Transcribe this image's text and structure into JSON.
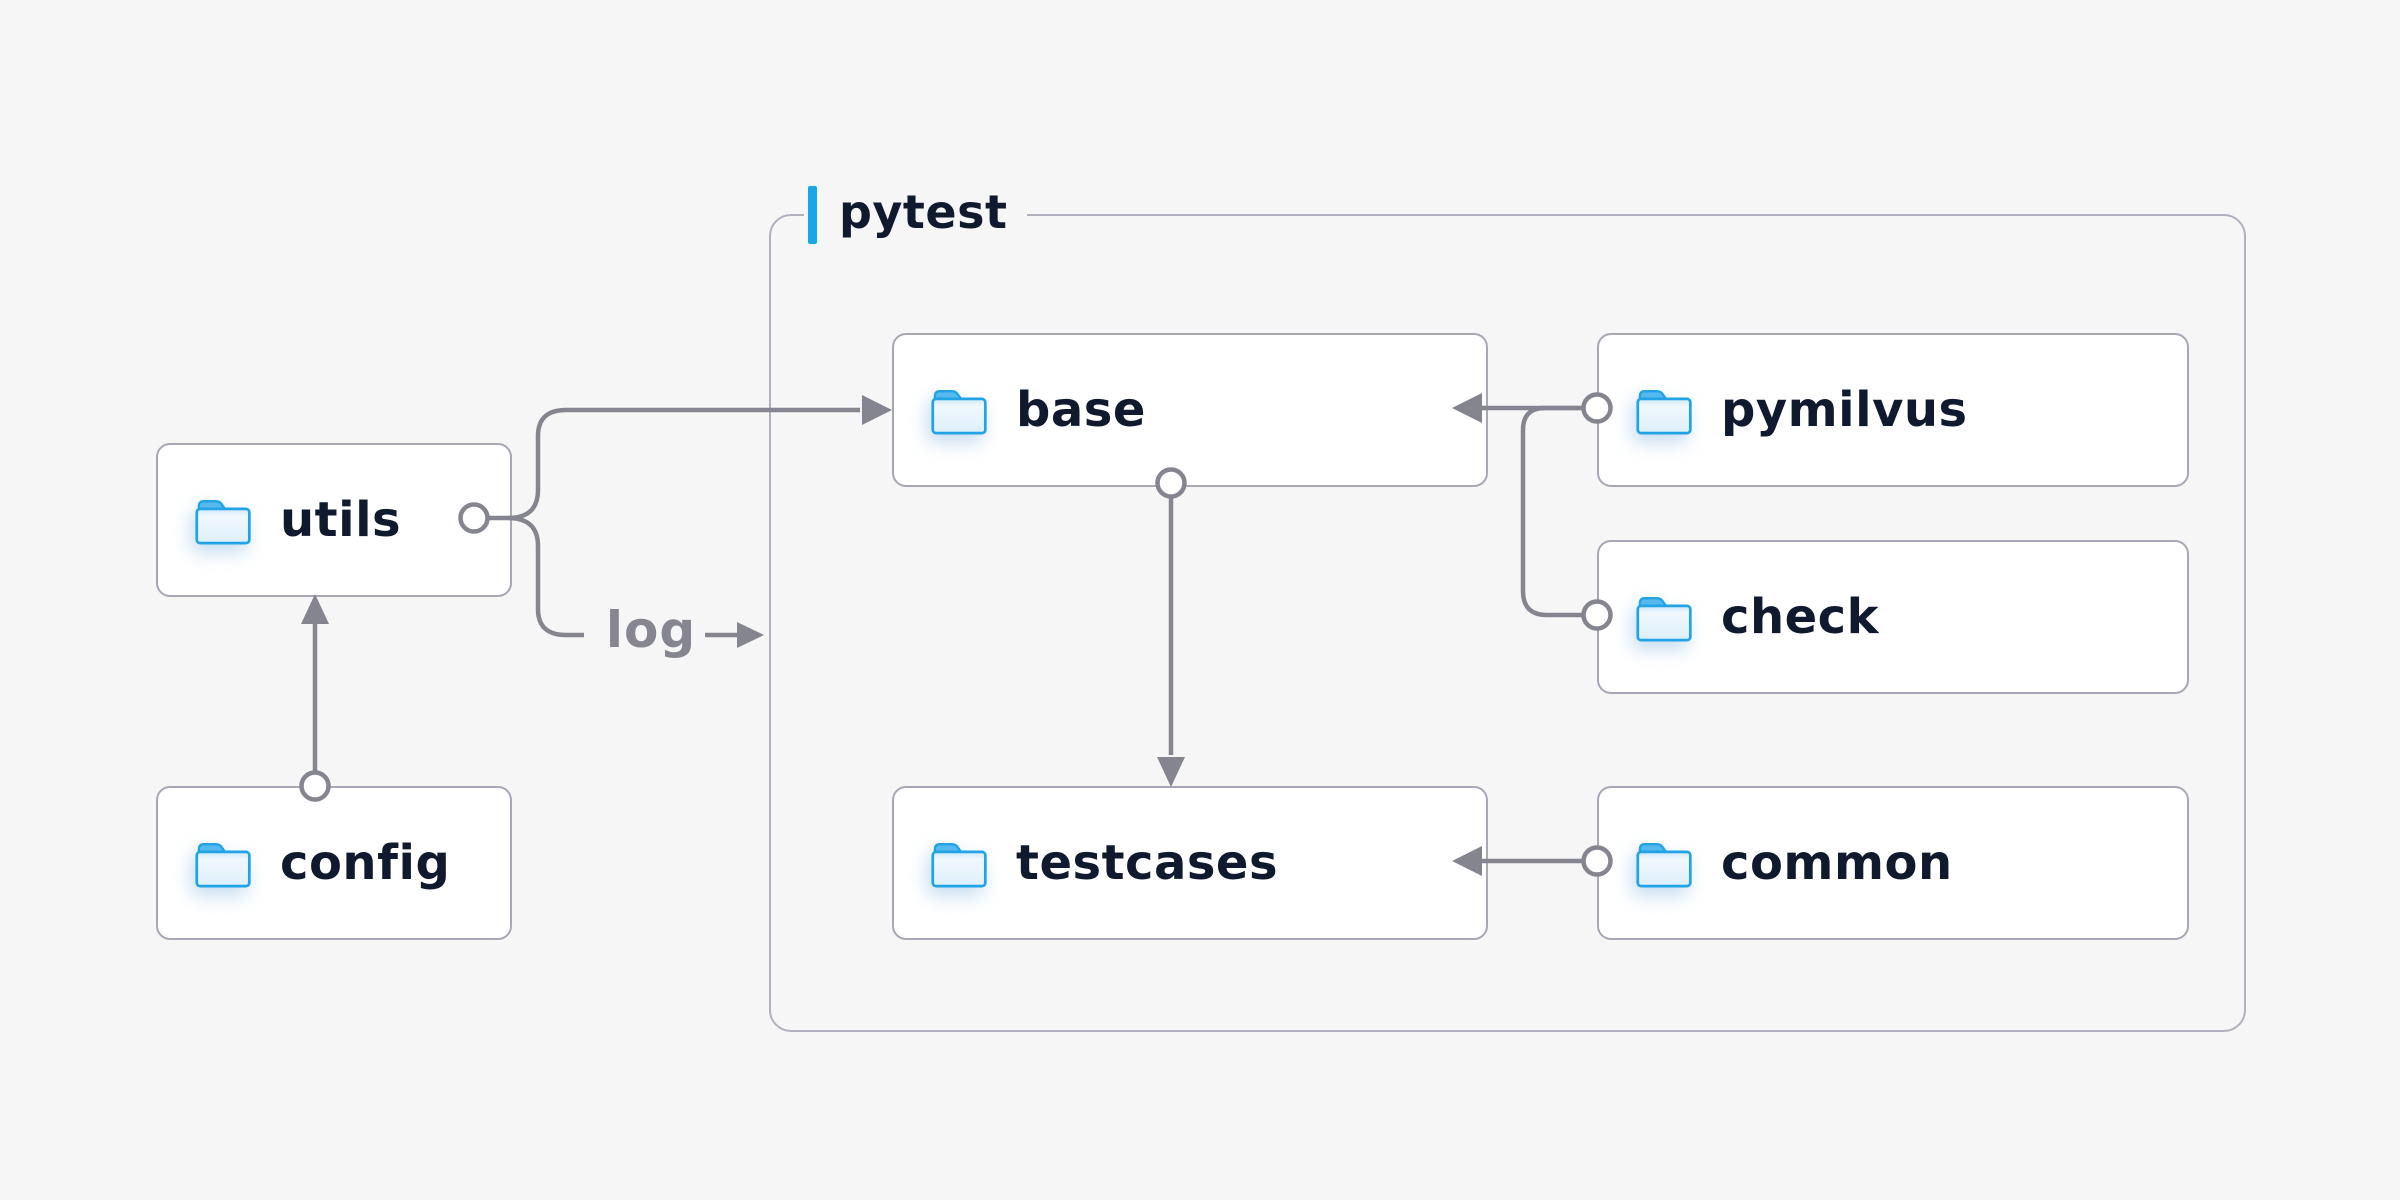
{
  "palette": {
    "background": "#f6f6f7",
    "line": "#84858f",
    "box_border": "#a7a8b4",
    "box_fill": "#ffffff",
    "accent_blue": "#18a7e9",
    "text": "#101a2e",
    "muted_text": "#85868f",
    "folder_blue": "#21a3e5"
  },
  "group": {
    "label": "pytest"
  },
  "nodes": {
    "utils": {
      "label": "utils",
      "icon": "folder-icon"
    },
    "config": {
      "label": "config",
      "icon": "folder-icon"
    },
    "base": {
      "label": "base",
      "icon": "folder-icon"
    },
    "testcases": {
      "label": "testcases",
      "icon": "folder-icon"
    },
    "pymilvus": {
      "label": "pymilvus",
      "icon": "folder-icon"
    },
    "check": {
      "label": "check",
      "icon": "folder-icon"
    },
    "common": {
      "label": "common",
      "icon": "folder-icon"
    }
  },
  "edges": [
    {
      "from": "config",
      "to": "utils",
      "style": "arrow",
      "label": ""
    },
    {
      "from": "utils",
      "to": "base",
      "style": "arrow",
      "label": ""
    },
    {
      "from": "utils",
      "to": "log",
      "style": "arrow",
      "label": "log"
    },
    {
      "from": "base",
      "to": "testcases",
      "style": "arrow",
      "label": ""
    },
    {
      "from": "pymilvus",
      "to": "base",
      "style": "arrow",
      "label": ""
    },
    {
      "from": "check",
      "to": "pymilvus-base-line",
      "style": "join",
      "label": ""
    },
    {
      "from": "common",
      "to": "testcases",
      "style": "arrow",
      "label": ""
    }
  ]
}
